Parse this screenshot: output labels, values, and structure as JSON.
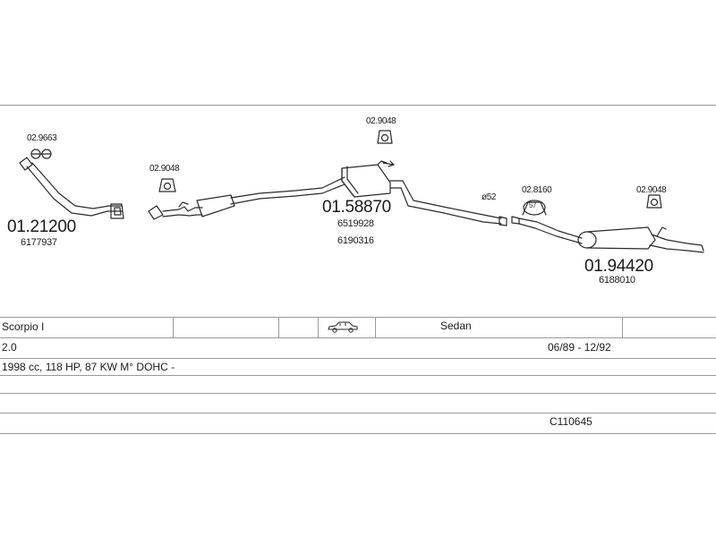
{
  "parts": {
    "p1_code": "01.21200",
    "p1_oem": "6177937",
    "p1_clamp": "02.9663",
    "p2_clamp": "02.9048",
    "p3_clamp": "02.9048",
    "p3_code": "01.58870",
    "p3_oem1": "6519928",
    "p3_oem2": "6190316",
    "pipe_size": "ø52",
    "p4_clamp": "02.8160",
    "p4_ring": "57",
    "p5_clamp": "02.9048",
    "p5_code": "01.94420",
    "p5_oem": "6188010"
  },
  "vehicle": {
    "model": "Scorpio I",
    "body": "Sedan",
    "engine": "2.0",
    "years": "06/89 - 12/92",
    "spec": "1998 cc, 118 HP, 87 KW M° DOHC -",
    "ref": "C110645"
  },
  "icons": {
    "car": "sedan-car-icon"
  }
}
